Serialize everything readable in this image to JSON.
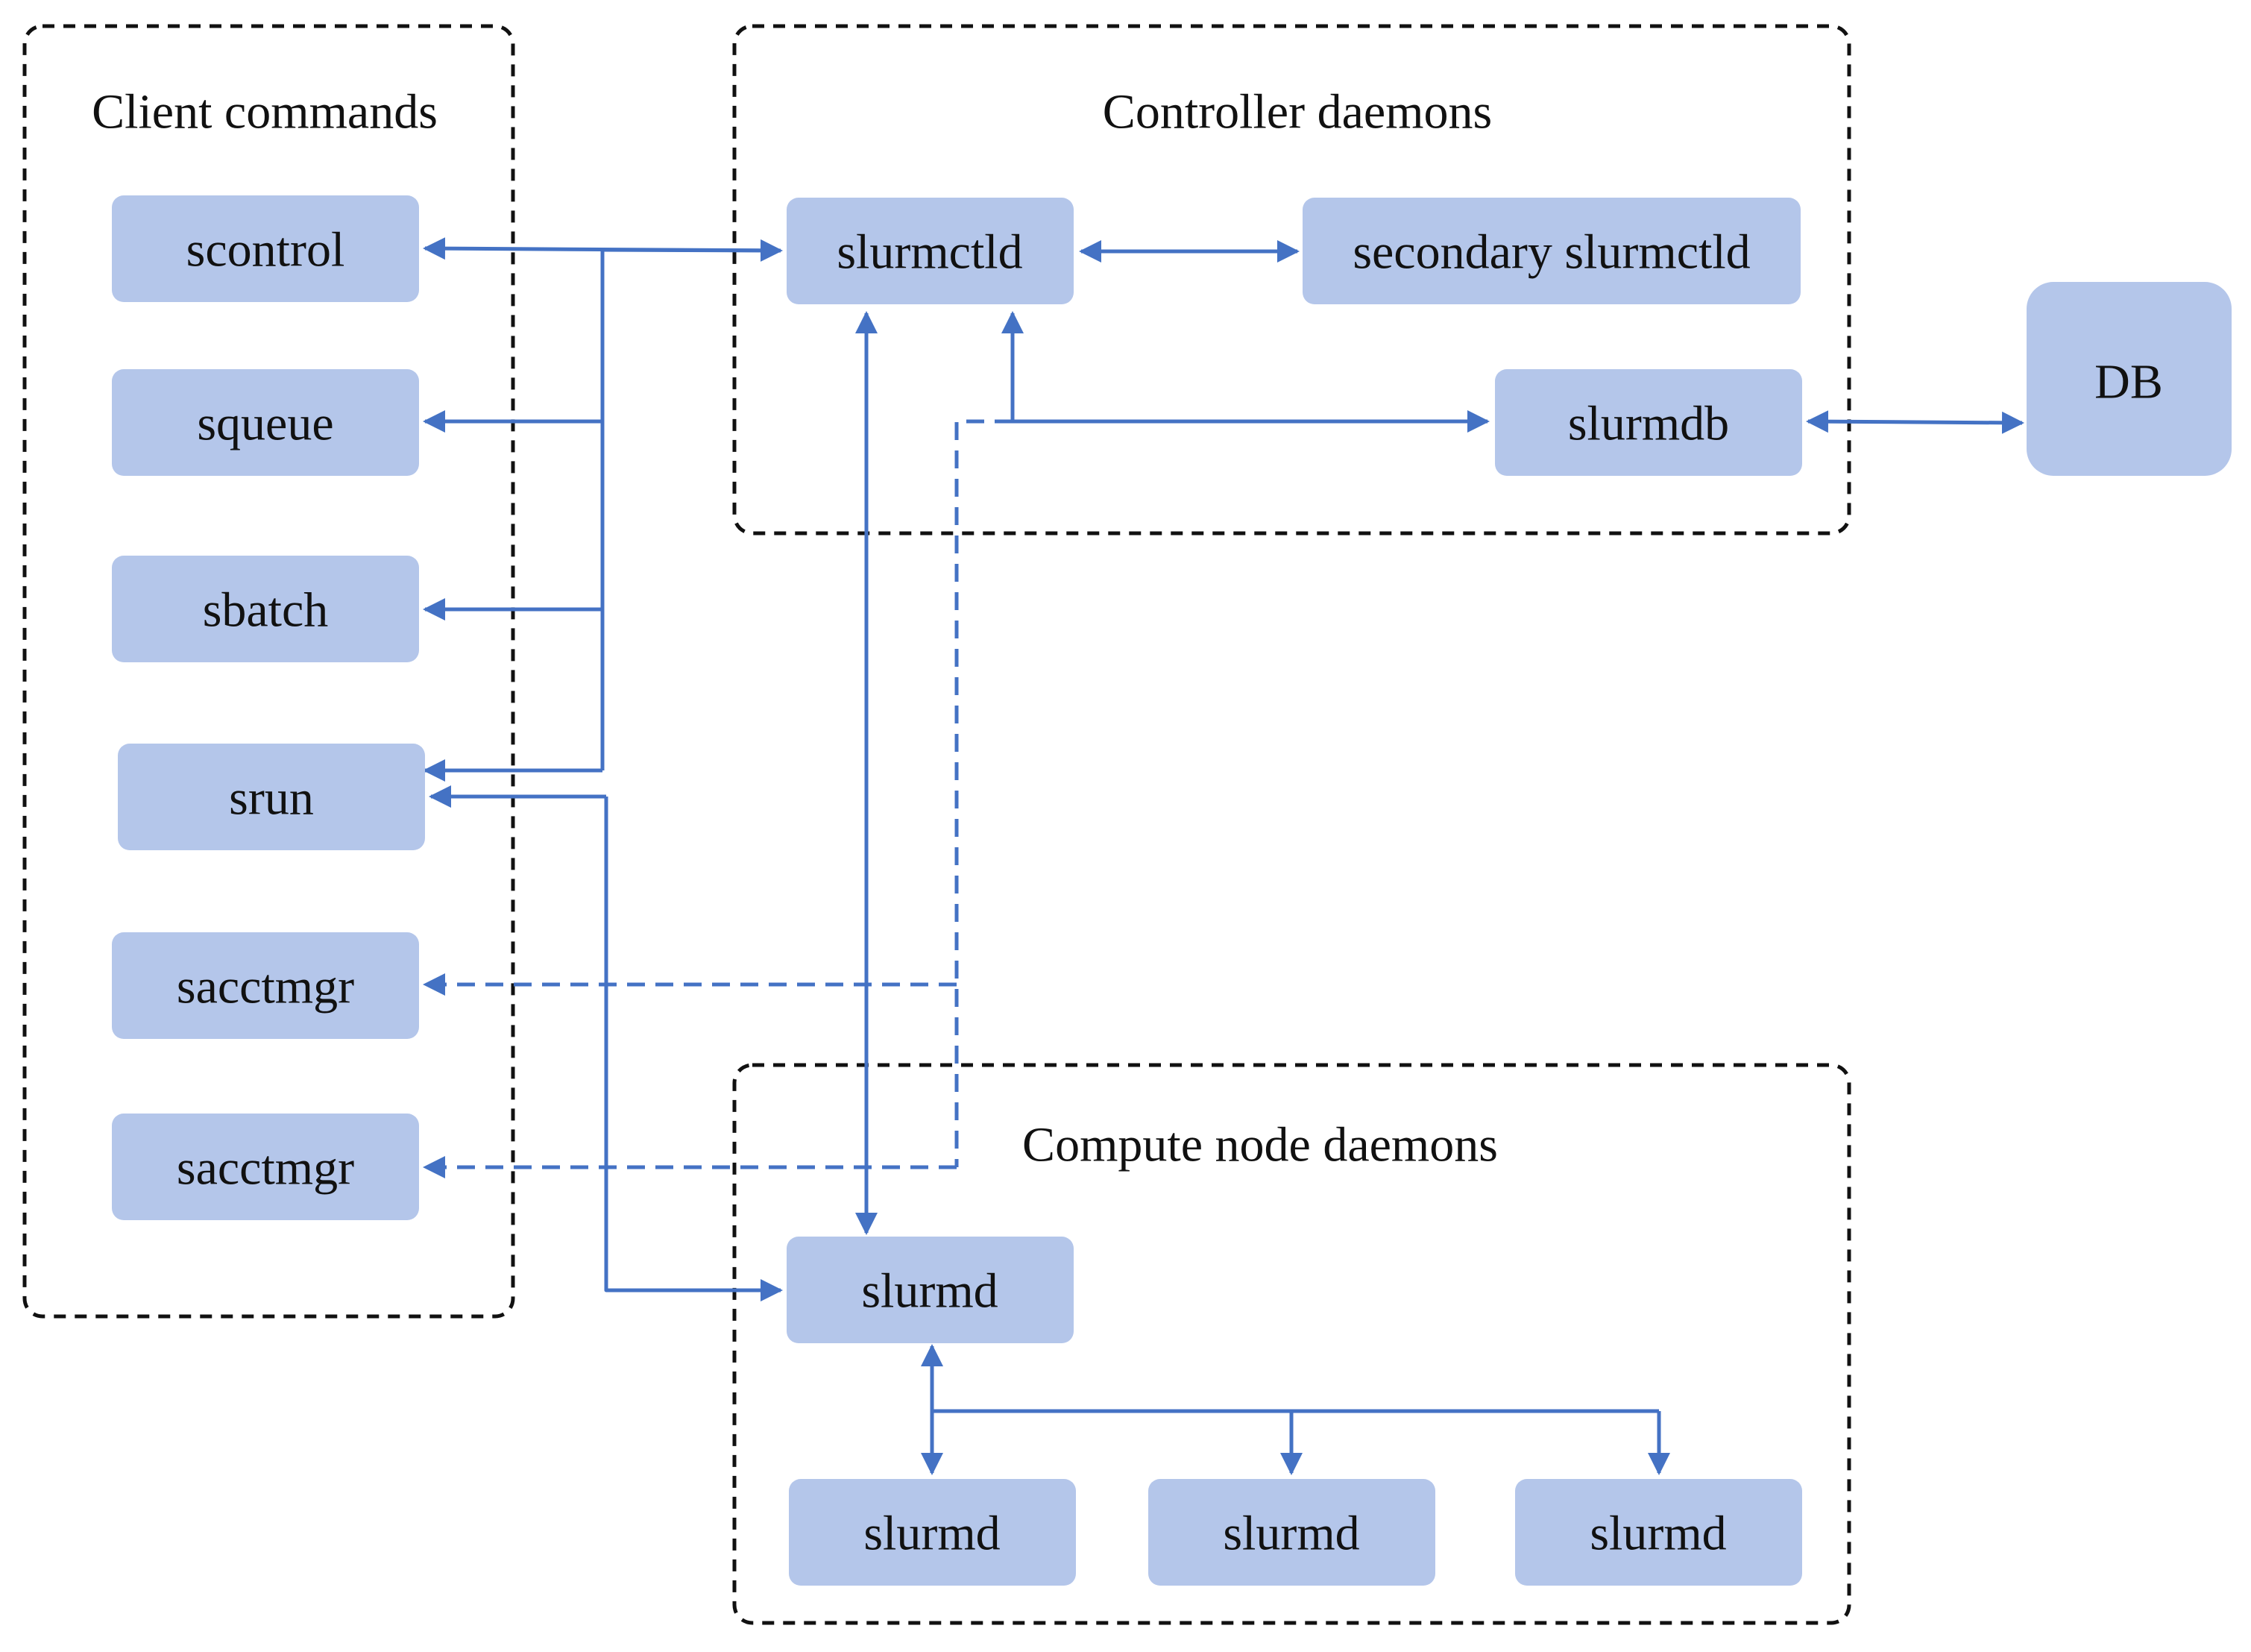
{
  "colors": {
    "node_fill": "#b4c6ea",
    "connector": "#4472c4",
    "group_border": "#111111",
    "text": "#111111"
  },
  "groups": {
    "client": {
      "title": "Client commands"
    },
    "controller": {
      "title": "Controller daemons"
    },
    "compute": {
      "title": "Compute node daemons"
    }
  },
  "nodes": {
    "scontrol": "scontrol",
    "squeue": "squeue",
    "sbatch": "sbatch",
    "srun": "srun",
    "sacctmgr_1": "sacctmgr",
    "sacctmgr_2": "sacctmgr",
    "slurmctld": "slurmctld",
    "secondary_slurmctld": "secondary slurmctld",
    "slurmdb": "slurmdb",
    "db": "DB",
    "slurmd_main": "slurmd",
    "slurmd_1": "slurmd",
    "slurmd_2": "slurmd",
    "slurmd_3": "slurmd"
  },
  "connections": [
    {
      "from": "slurmctld",
      "to": "scontrol",
      "style": "solid"
    },
    {
      "from": "slurmctld",
      "to": "squeue",
      "style": "solid"
    },
    {
      "from": "slurmctld",
      "to": "sbatch",
      "style": "solid"
    },
    {
      "from": "slurmctld",
      "to": "srun",
      "style": "solid"
    },
    {
      "from": "scontrol",
      "to": "slurmctld",
      "style": "solid"
    },
    {
      "from": "srun",
      "to": "slurmd_main",
      "style": "solid"
    },
    {
      "from": "slurmd_main",
      "to": "srun",
      "style": "solid"
    },
    {
      "from": "slurmctld",
      "to": "secondary_slurmctld",
      "style": "solid",
      "bidirectional": true
    },
    {
      "from": "slurmctld",
      "to": "slurmd_main",
      "style": "solid",
      "bidirectional": true
    },
    {
      "from": "slurmctld",
      "to": "slurmdb",
      "style": "solid",
      "bidirectional": true
    },
    {
      "from": "slurmdb",
      "to": "db",
      "style": "solid",
      "bidirectional": true
    },
    {
      "from": "slurmdb",
      "to": "sacctmgr_1",
      "style": "dashed"
    },
    {
      "from": "slurmdb",
      "to": "sacctmgr_2",
      "style": "dashed"
    },
    {
      "from": "slurmd_main",
      "to": "slurmd_1",
      "style": "solid",
      "bidirectional": true
    },
    {
      "from": "slurmd_main",
      "to": "slurmd_2",
      "style": "solid"
    },
    {
      "from": "slurmd_main",
      "to": "slurmd_3",
      "style": "solid"
    }
  ]
}
